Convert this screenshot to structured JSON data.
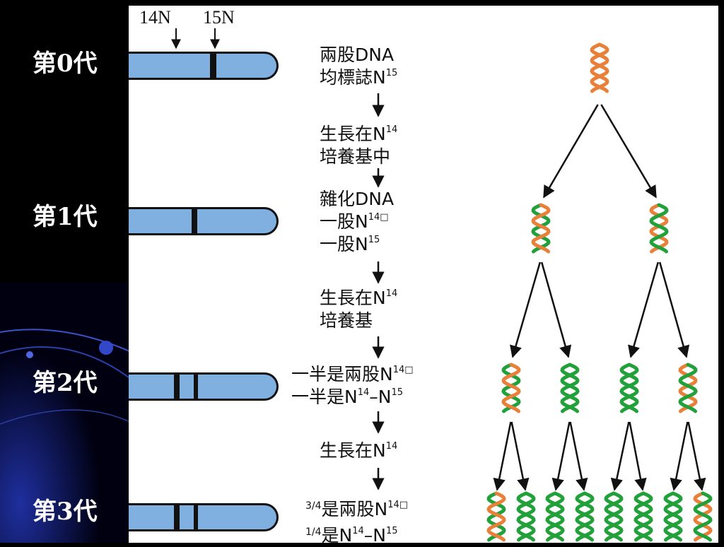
{
  "generations": [
    {
      "label": "第0代",
      "bands": [
        "15N"
      ]
    },
    {
      "label": "第1代",
      "bands": [
        "hybrid"
      ]
    },
    {
      "label": "第2代",
      "bands": [
        "14N",
        "hybrid"
      ]
    },
    {
      "label": "第3代",
      "bands": [
        "14N",
        "hybrid"
      ]
    }
  ],
  "markers": {
    "light": "14N",
    "heavy": "15N"
  },
  "steps": {
    "s0": {
      "l1": "兩股DNA",
      "l2a": "均標誌N",
      "l2sup": "15"
    },
    "s1": {
      "l1a": "生長在N",
      "l1sup": "14",
      "l2": "培養基中"
    },
    "s2": {
      "l1": "雜化DNA",
      "l2a": "一股N",
      "l2sup": "14□",
      "l3a": "一股N",
      "l3sup": "15"
    },
    "s3": {
      "l1a": "生長在N",
      "l1sup": "14",
      "l2": "培養基"
    },
    "s4": {
      "l1a": "一半是兩股N",
      "l1sup": "14□",
      "l2a": "一半是N",
      "l2sup1": "14",
      "l2b": "–N",
      "l2sup2": "15"
    },
    "s5": {
      "l1a": "生長在N",
      "l1sup": "14"
    },
    "s6": {
      "l1frac": "3/4",
      "l1a": "是兩股N",
      "l1sup": "14□",
      "l2frac": "1/4",
      "l2a": "是N",
      "l2sup1": "14",
      "l2b": "–N",
      "l2sup2": "15"
    }
  },
  "colors": {
    "background": "#000000",
    "panel": "#ffffff",
    "tube": "#7fb0e0",
    "strand_15N": "#e8803a",
    "strand_14N": "#22a03a",
    "label_text": "#ffffff"
  },
  "tree": {
    "levels": [
      [
        [
          "15N",
          "15N"
        ]
      ],
      [
        [
          "15N",
          "14N"
        ],
        [
          "14N",
          "15N"
        ]
      ],
      [
        [
          "15N",
          "14N"
        ],
        [
          "14N",
          "14N"
        ],
        [
          "14N",
          "14N"
        ],
        [
          "14N",
          "15N"
        ]
      ],
      [
        [
          "15N",
          "14N"
        ],
        [
          "14N",
          "14N"
        ],
        [
          "14N",
          "14N"
        ],
        [
          "14N",
          "14N"
        ],
        [
          "14N",
          "14N"
        ],
        [
          "14N",
          "14N"
        ],
        [
          "14N",
          "14N"
        ],
        [
          "14N",
          "15N"
        ]
      ]
    ]
  }
}
